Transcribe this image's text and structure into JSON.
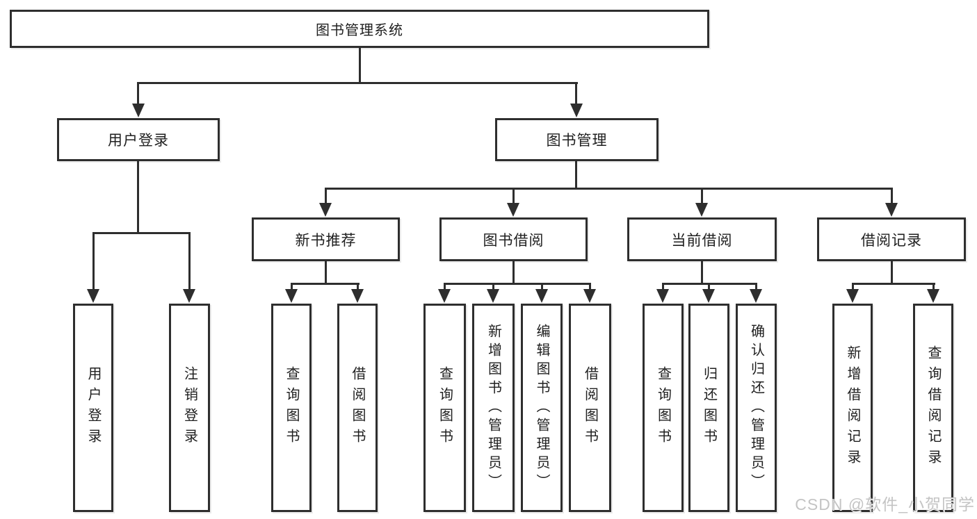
{
  "tree": {
    "label": "图书管理系统",
    "children": [
      {
        "label": "用户登录",
        "children": [
          {
            "label": "用户登录"
          },
          {
            "label": "注销登录"
          }
        ]
      },
      {
        "label": "图书管理",
        "children": [
          {
            "label": "新书推荐",
            "children": [
              {
                "label": "查询图书"
              },
              {
                "label": "借阅图书"
              }
            ]
          },
          {
            "label": "图书借阅",
            "children": [
              {
                "label": "查询图书"
              },
              {
                "label": "新增图书（管理员）"
              },
              {
                "label": "编辑图书（管理员）"
              },
              {
                "label": "借阅图书"
              }
            ]
          },
          {
            "label": "当前借阅",
            "children": [
              {
                "label": "查询图书"
              },
              {
                "label": "归还图书"
              },
              {
                "label": "确认归还（管理员）"
              }
            ]
          },
          {
            "label": "借阅记录",
            "children": [
              {
                "label": "新增借阅记录"
              },
              {
                "label": "查询借阅记录"
              }
            ]
          }
        ]
      }
    ]
  },
  "watermark": {
    "text": "CSDN @软件_小贺同学"
  },
  "colors": {
    "line": "#2e2e2e",
    "watermark": "#c4c4c4"
  }
}
